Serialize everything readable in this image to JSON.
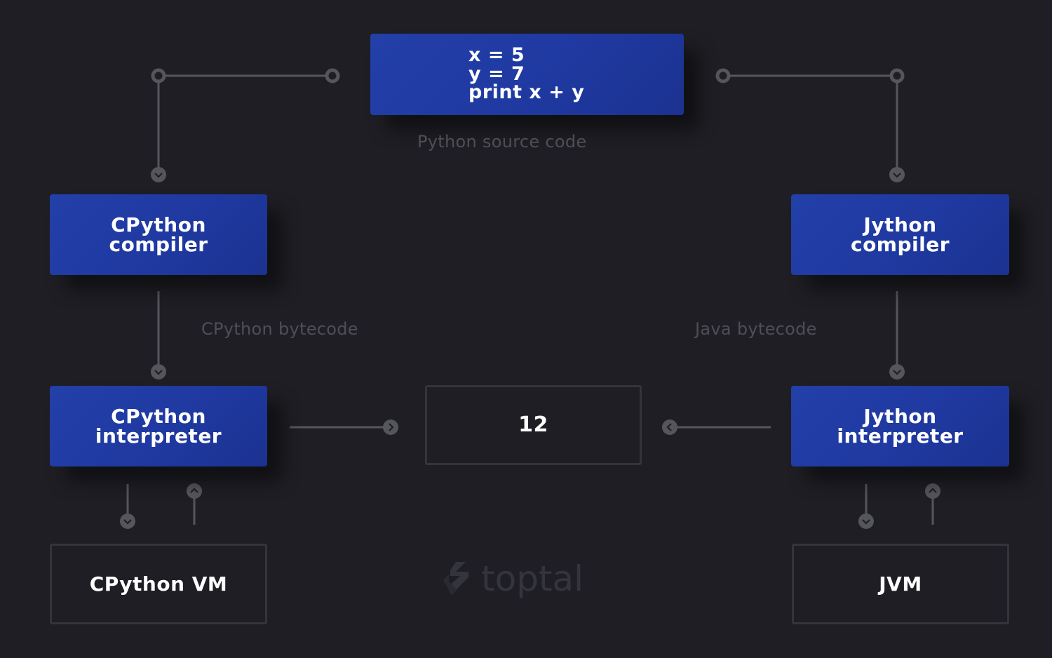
{
  "nodes": {
    "source": {
      "code": "x = 5\ny = 7\nprint x + y",
      "caption": "Python source code"
    },
    "cpython_compiler": {
      "label": "CPython\ncompiler"
    },
    "jython_compiler": {
      "label": "Jython\ncompiler"
    },
    "cpython_interpreter": {
      "label": "CPython\ninterpreter"
    },
    "jython_interpreter": {
      "label": "Jython\ninterpreter"
    },
    "result": {
      "label": "12"
    },
    "cpython_vm": {
      "label": "CPython VM"
    },
    "jvm": {
      "label": "JVM"
    }
  },
  "edges": {
    "cpython_bytecode": "CPython bytecode",
    "java_bytecode": "Java bytecode"
  },
  "logo": {
    "text": "toptal"
  },
  "colors": {
    "background": "#1e1e24",
    "box_blue": "#1f39a1",
    "connector": "#55555c",
    "muted_text": "#4e4e57"
  }
}
